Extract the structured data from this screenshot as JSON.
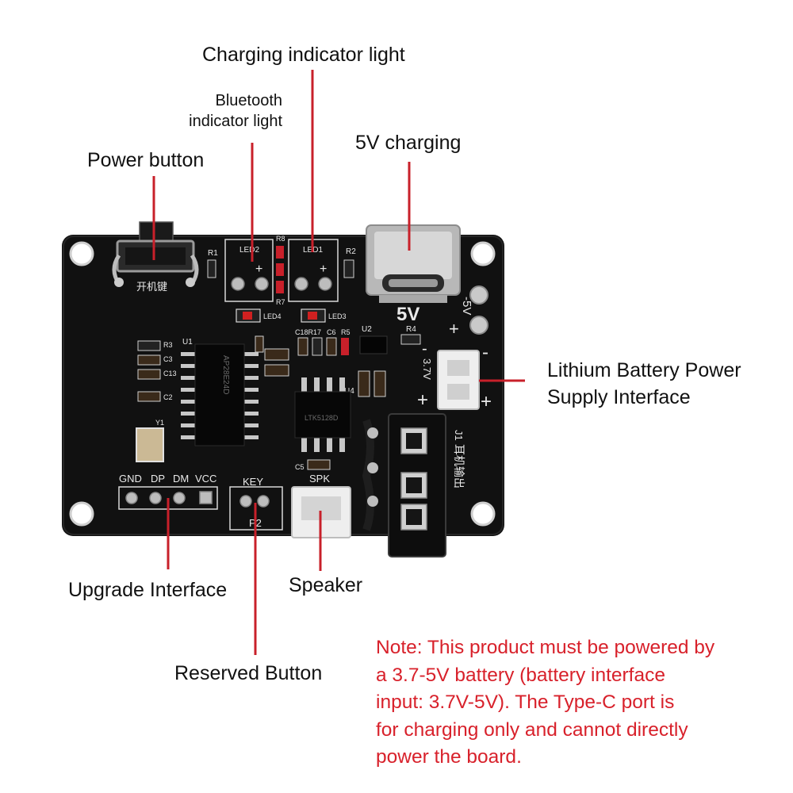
{
  "colors": {
    "leader_line": "#c8202a",
    "note_text": "#d8212b",
    "label_text": "#111111",
    "pcb": "#101010",
    "silkscreen": "#e9e9e9"
  },
  "labels": {
    "charging_indicator": "Charging indicator light",
    "bluetooth_indicator_line1": "Bluetooth",
    "bluetooth_indicator_line2": "indicator light",
    "five_v_charging": "5V charging",
    "power_button": "Power button",
    "lithium_line1": "Lithium Battery Power",
    "lithium_line2": "Supply Interface",
    "upgrade_interface": "Upgrade Interface",
    "speaker": "Speaker",
    "reserved_button": "Reserved Button"
  },
  "note": {
    "lines": [
      "Note: This product must be powered by",
      "a 3.7-5V battery (battery interface",
      "input: 3.7V-5V). The Type-C port is",
      "for charging only and cannot directly",
      "power the board."
    ]
  },
  "board": {
    "power_key_cn": "开机键",
    "led2": "LED2",
    "led1": "LED1",
    "led3": "LED3",
    "led4": "LED4",
    "r1": "R1",
    "r2": "R2",
    "r4": "R4",
    "r5": "R5",
    "r7": "R7",
    "r8": "R8",
    "c6": "C6",
    "c18r17": "C18R17",
    "u1": "U1",
    "u2": "U2",
    "u4": "U4",
    "r3": "R3",
    "c3": "C3",
    "c13": "C13",
    "c2": "C2",
    "c5": "C5",
    "y1": "Y1",
    "plus": "+",
    "minus": "-",
    "five_v": "5V",
    "five_v_side": "-5V",
    "three_seven_v": "3.7V",
    "gnd": "GND",
    "dp": "DP",
    "dm": "DM",
    "vcc": "VCC",
    "key": "KEY",
    "p2": "P2",
    "spk": "SPK",
    "j1": "J1",
    "earphone_cn": "耳机输出",
    "chip_u1_text": "AP28E24D",
    "chip_u4_text": "LTK5128D"
  }
}
